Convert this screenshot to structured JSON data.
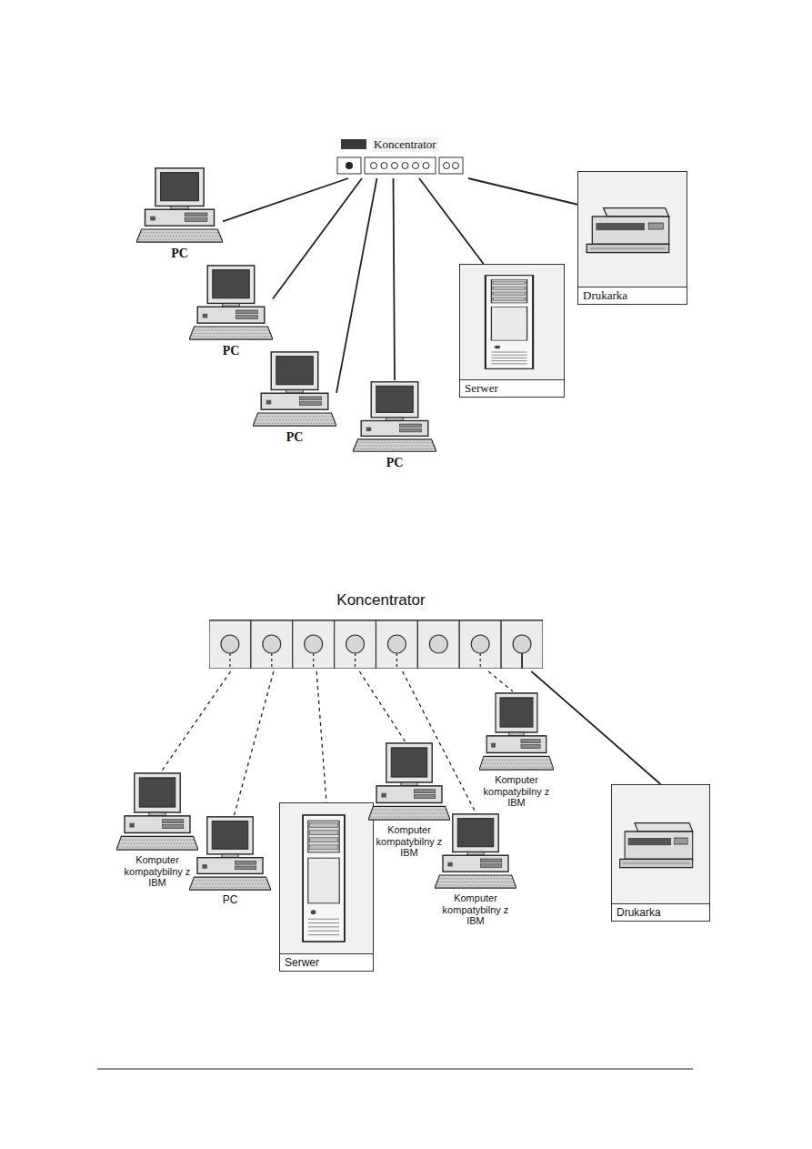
{
  "diagram": {
    "nodes": [
      {
        "text": [
          "Koncentrator"
        ]
      },
      {
        "text": [
          "PC"
        ]
      },
      {
        "text": [
          "PC"
        ]
      },
      {
        "text": [
          "PC"
        ]
      },
      {
        "text": [
          "PC"
        ]
      },
      {
        "text": [
          "Serwer"
        ]
      },
      {
        "text": [
          "Drukarka"
        ]
      },
      {
        "text": [
          "Koncentrator"
        ]
      },
      {
        "text": [
          "Komputer kompatybilny z IBM"
        ]
      },
      {
        "text": [
          "PC"
        ]
      },
      {
        "text": [
          "Serwer"
        ]
      },
      {
        "text": [
          "Komputer kompatybilny z IBM"
        ]
      },
      {
        "text": [
          "Komputer kompatybilny z IBM"
        ]
      },
      {
        "text": [
          "Komputer kompatybilny z IBM"
        ]
      },
      {
        "text": [
          "Drukarka"
        ]
      }
    ],
    "edges": [
      {
        "from": 0,
        "to": 1,
        "arrow": "none"
      },
      {
        "from": 0,
        "to": 2,
        "arrow": "none"
      },
      {
        "from": 0,
        "to": 3,
        "arrow": "none"
      },
      {
        "from": 0,
        "to": 4,
        "arrow": "none"
      },
      {
        "from": 0,
        "to": 5,
        "arrow": "none"
      },
      {
        "from": 0,
        "to": 6,
        "arrow": "none"
      },
      {
        "from": 7,
        "to": 8,
        "arrow": "none"
      },
      {
        "from": 7,
        "to": 9,
        "arrow": "none"
      },
      {
        "from": 7,
        "to": 10,
        "arrow": "none"
      },
      {
        "from": 7,
        "to": 11,
        "arrow": "none"
      },
      {
        "from": 7,
        "to": 12,
        "arrow": "none"
      },
      {
        "from": 7,
        "to": 13,
        "arrow": "none"
      },
      {
        "from": 7,
        "to": 14,
        "arrow": "none"
      }
    ]
  }
}
